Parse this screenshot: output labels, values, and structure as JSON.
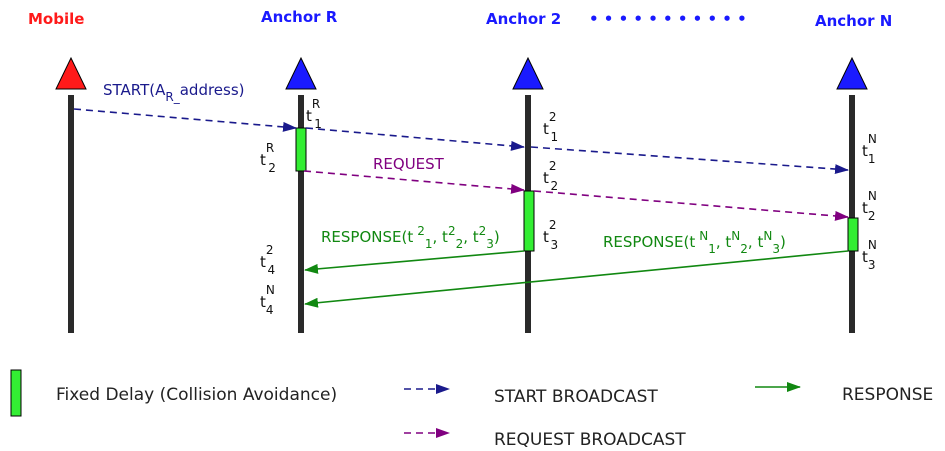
{
  "colors": {
    "mobile": "#ff1a1a",
    "anchor": "#1a1aff",
    "start": "#1a1a8c",
    "request": "#800080",
    "response": "#118811",
    "delay_box": "#33ee33"
  },
  "headers": {
    "mobile": "Mobile",
    "anchor_r": "Anchor R",
    "anchor_2": "Anchor 2",
    "anchor_n": "Anchor N",
    "dots": "• • • • • • • • • • •"
  },
  "messages": {
    "start_pre": "START(A",
    "start_sub": "R_",
    "start_post": "address)",
    "request": "REQUEST",
    "response_2": {
      "open": "RESPONSE(t",
      "s1": "2",
      "b1": "1",
      "s2": "2",
      "b2": "2",
      "s3": "2",
      "b3": "3",
      "close": ")"
    },
    "response_n": {
      "open": "RESPONSE(t",
      "s1": "N",
      "b1": "1",
      "s2": "N",
      "b2": "2",
      "s3": "N",
      "b3": "3",
      "close": ")"
    }
  },
  "timestamps": {
    "r1": {
      "t": "t",
      "sup": "R",
      "sub": "1"
    },
    "r2": {
      "t": "t",
      "sup": "R",
      "sub": "2"
    },
    "a2_1": {
      "t": "t",
      "sup": "2",
      "sub": "1"
    },
    "a2_2": {
      "t": "t",
      "sup": "2",
      "sub": "2"
    },
    "a2_3": {
      "t": "t",
      "sup": "2",
      "sub": "3"
    },
    "n1": {
      "t": "t",
      "sup": "N",
      "sub": "1"
    },
    "n2": {
      "t": "t",
      "sup": "N",
      "sub": "2"
    },
    "n3": {
      "t": "t",
      "sup": "N",
      "sub": "3"
    },
    "r4_2": {
      "t": "t",
      "sup": "2",
      "sub": "4"
    },
    "r4_n": {
      "t": "t",
      "sup": "N",
      "sub": "4"
    }
  },
  "legend": {
    "delay": "Fixed Delay (Collision Avoidance)",
    "start": "START BROADCAST",
    "response": "RESPONSE",
    "request": "REQUEST BROADCAST"
  }
}
